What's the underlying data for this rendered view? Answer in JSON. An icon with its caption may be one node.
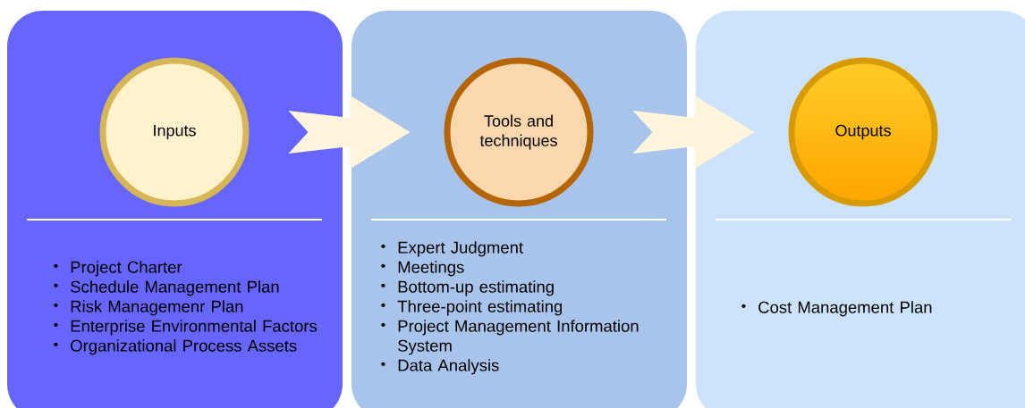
{
  "diagram": {
    "nodes": [
      {
        "text": [
          "Project Charter",
          "Schedule Management Plan",
          "Risk Managemenr Plan",
          "Enterprise Environmental Factors",
          "Organizational Process Assets"
        ]
      },
      {
        "text": [
          "Inputs"
        ],
        "in": 0
      },
      {
        "text": [
          "Expert Judgment",
          "Meetings",
          "Bottom-up estimating",
          "Three-point estimating",
          "Project Management Information System",
          "Data Analysis"
        ]
      },
      {
        "text": [
          "Tools and techniques"
        ],
        "in": 2
      },
      {
        "text": [
          "Cost Management Plan"
        ]
      },
      {
        "text": [
          "Outputs"
        ],
        "in": 4
      }
    ],
    "edges": [
      {
        "from": 1,
        "to": 3,
        "arrow": "to"
      },
      {
        "from": 3,
        "to": 5,
        "arrow": "to"
      }
    ]
  }
}
